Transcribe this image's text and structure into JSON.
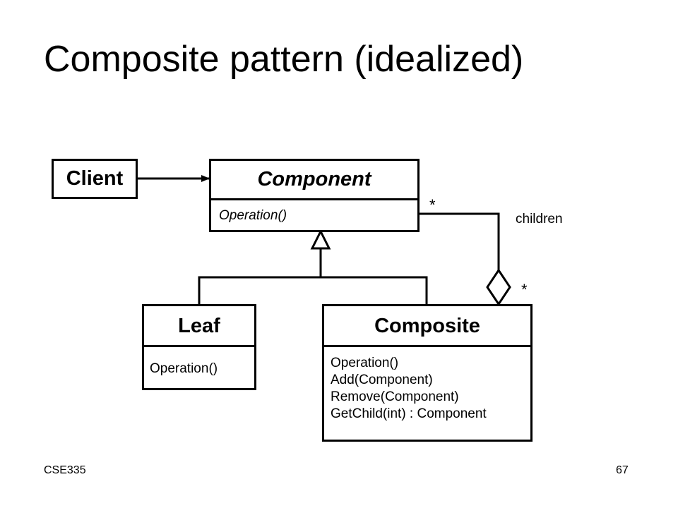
{
  "title": "Composite pattern (idealized)",
  "classes": {
    "client": {
      "name": "Client"
    },
    "component": {
      "name": "Component",
      "operations": [
        "Operation()"
      ]
    },
    "leaf": {
      "name": "Leaf",
      "operations": [
        "Operation()"
      ]
    },
    "composite": {
      "name": "Composite",
      "operations": [
        "Operation()",
        "Add(Component)",
        "Remove(Component)",
        "GetChild(int) : Component"
      ]
    }
  },
  "association": {
    "role": "children",
    "multiplicity_component": "*",
    "multiplicity_composite": "*"
  },
  "footer": {
    "left": "CSE335",
    "right": "67"
  }
}
